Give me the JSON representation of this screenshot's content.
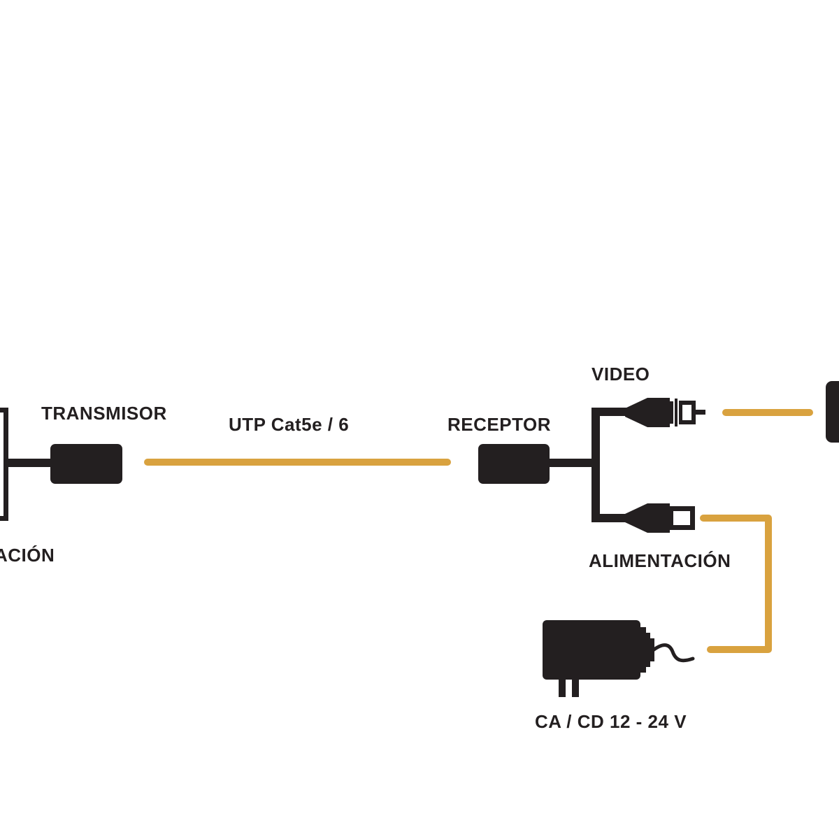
{
  "labels": {
    "left_partial": "ACIÓN",
    "transmitter": "TRANSMISOR",
    "cable": "UTP Cat5e / 6",
    "receiver": "RECEPTOR",
    "video": "VIDEO",
    "power": "ALIMENTACIÓN",
    "adapter": "CA / CD 12 - 24 V"
  },
  "colors": {
    "device": "#231f20",
    "link": "#d9a23f",
    "text": "#231f20",
    "background": "#ffffff"
  }
}
